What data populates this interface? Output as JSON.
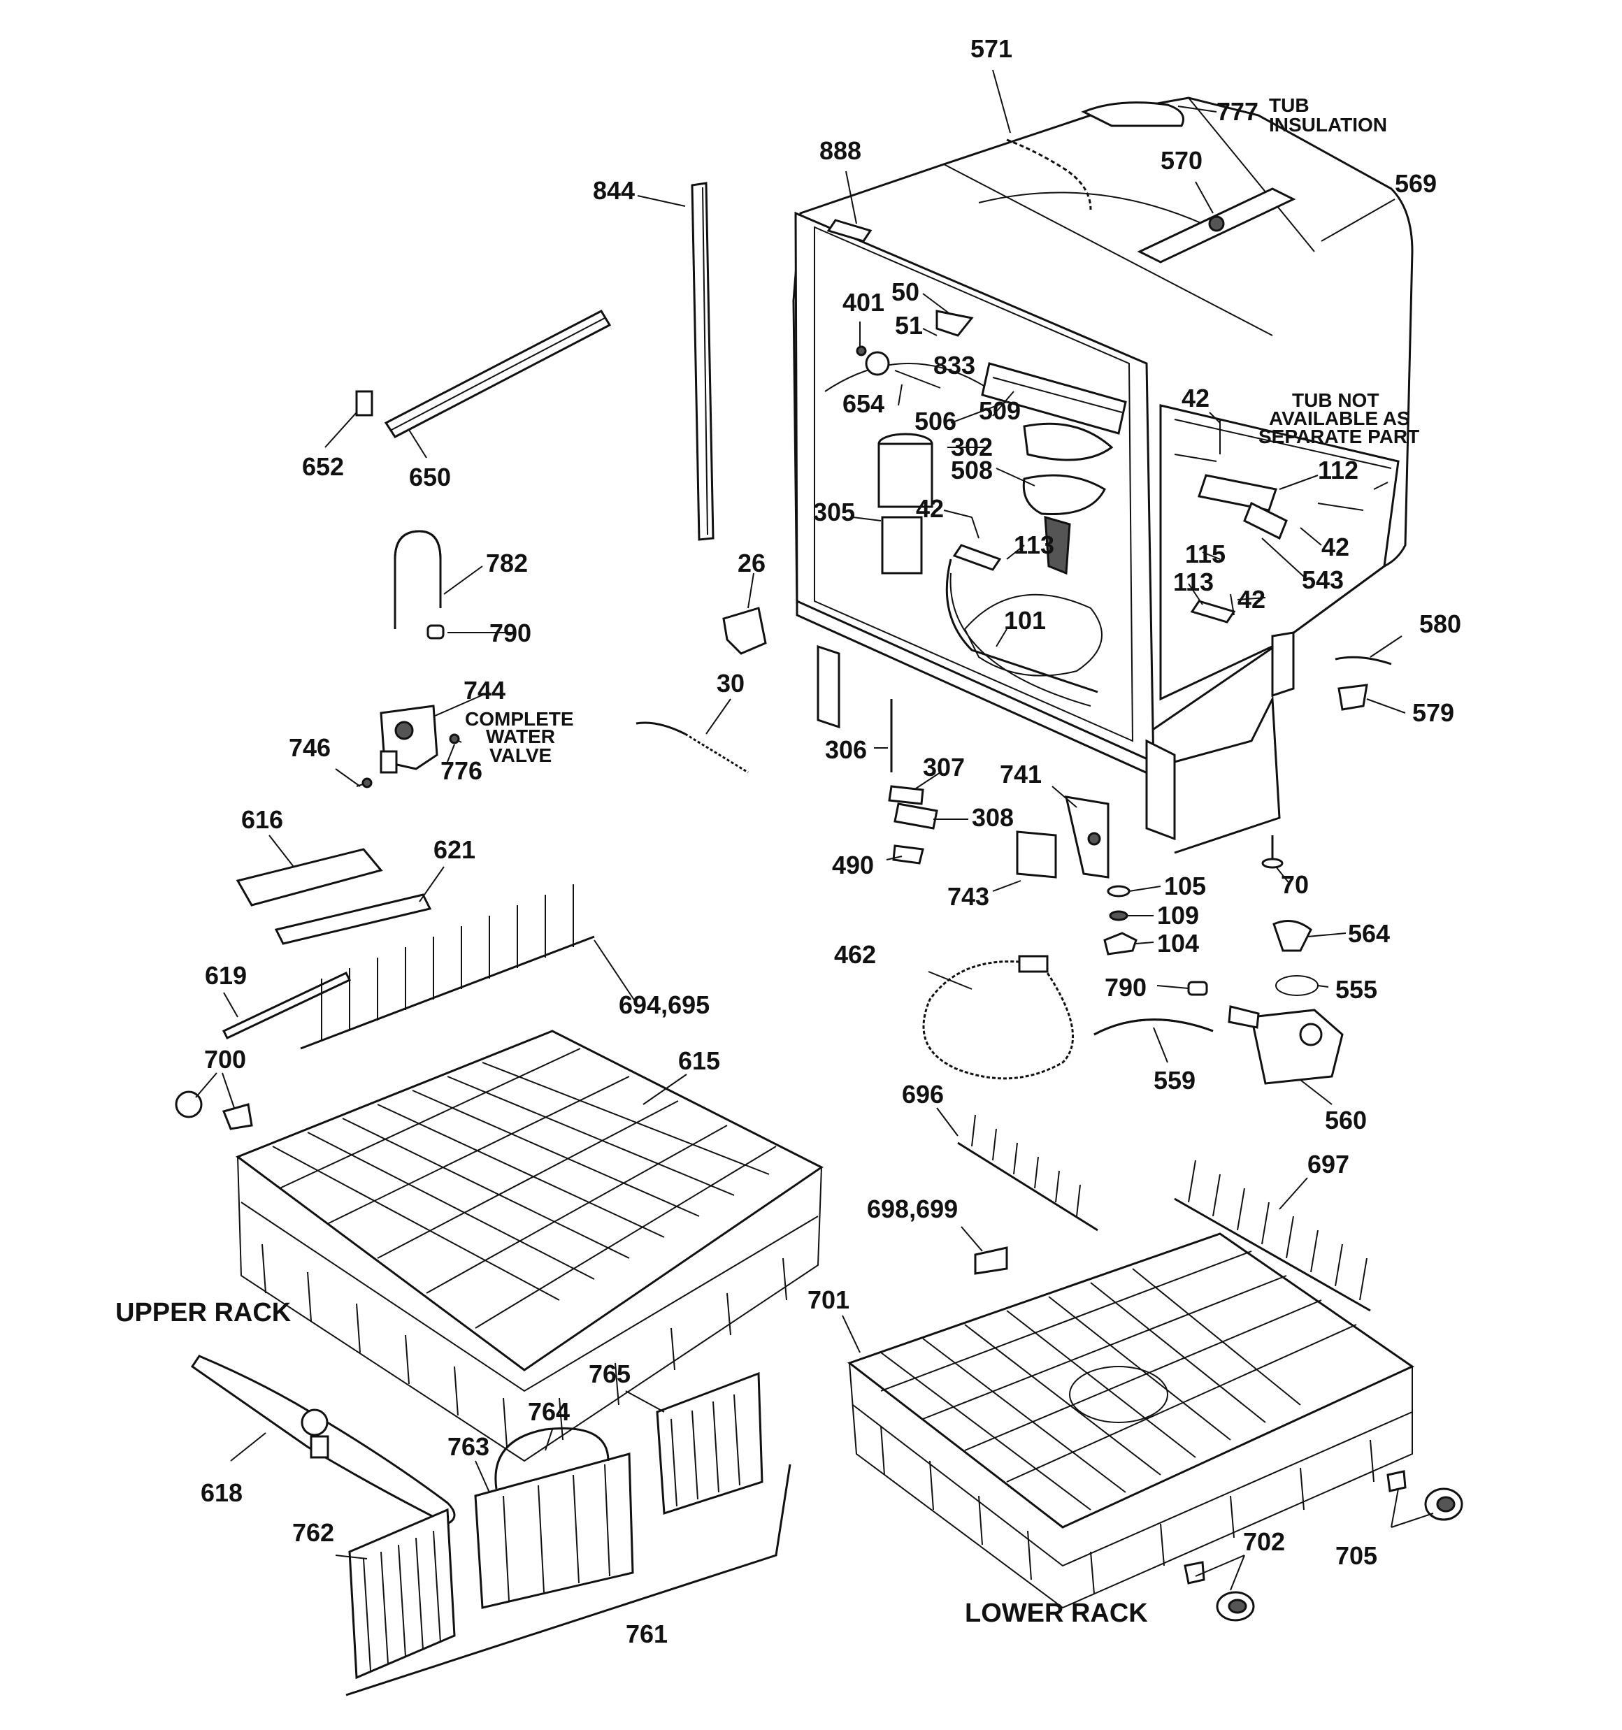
{
  "labels": {
    "l571": "571",
    "l777": "777",
    "l888": "888",
    "l570": "570",
    "l569": "569",
    "l844": "844",
    "l401": "401",
    "l50": "50",
    "l51": "51",
    "l833": "833",
    "l654": "654",
    "l506": "506",
    "l509": "509",
    "l42a": "42",
    "l302": "302",
    "l508": "508",
    "l305": "305",
    "l42b": "42",
    "l113a": "113",
    "l112": "112",
    "l42c": "42",
    "l115": "115",
    "l543": "543",
    "l113b": "113",
    "l42d": "42",
    "l101": "101",
    "l652": "652",
    "l650": "650",
    "l782": "782",
    "l790a": "790",
    "l26": "26",
    "l744": "744",
    "l30": "30",
    "l580": "580",
    "l579": "579",
    "l746": "746",
    "l776": "776",
    "l306": "306",
    "l307": "307",
    "l741": "741",
    "l308": "308",
    "l616": "616",
    "l621": "621",
    "l490": "490",
    "l70": "70",
    "l105": "105",
    "l743": "743",
    "l109": "109",
    "l564": "564",
    "l104": "104",
    "l462": "462",
    "l790b": "790",
    "l555": "555",
    "l619": "619",
    "l694695": "694,695",
    "l700": "700",
    "l615": "615",
    "l559": "559",
    "l560": "560",
    "l696": "696",
    "l697": "697",
    "l698699": "698,699",
    "l701": "701",
    "l765": "765",
    "l764": "764",
    "l763": "763",
    "l618": "618",
    "l762": "762",
    "l702": "702",
    "l705": "705",
    "l761": "761"
  },
  "notes": {
    "tub_insulation_1": "TUB",
    "tub_insulation_2": "INSULATION",
    "tub_not_1": "TUB NOT",
    "tub_not_2": "AVAILABLE AS",
    "tub_not_3": "SEPARATE PART",
    "water_valve_1": "COMPLETE",
    "water_valve_2": "WATER",
    "water_valve_3": "VALVE"
  },
  "sections": {
    "upper_rack": "UPPER RACK",
    "lower_rack": "LOWER RACK"
  }
}
